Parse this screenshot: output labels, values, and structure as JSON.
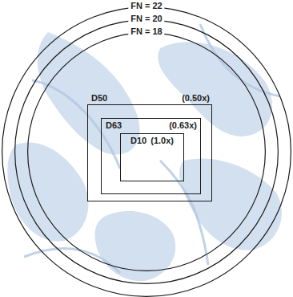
{
  "diagram": {
    "nodes": [
      {
        "text": [
          "FN = 22"
        ]
      },
      {
        "text": [
          "FN = 20"
        ],
        "in": 0
      },
      {
        "text": [
          "FN = 18"
        ],
        "in": 1
      },
      {
        "text": [
          "D50",
          "(0.50x)"
        ],
        "in": 2
      },
      {
        "text": [
          "D63",
          "(0.63x)"
        ],
        "in": 3
      },
      {
        "text": [
          "D10",
          "(1.0x)"
        ],
        "in": 4
      }
    ]
  }
}
